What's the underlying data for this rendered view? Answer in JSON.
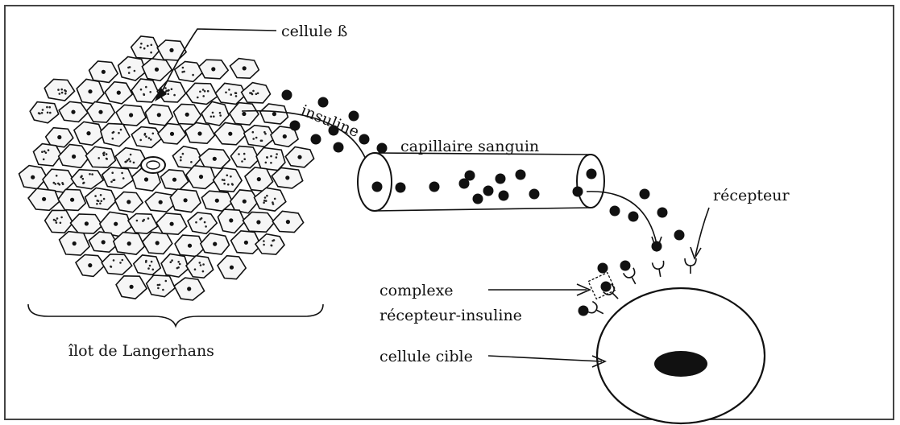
{
  "diagram": {
    "labels": {
      "beta_cell": "cellule ß",
      "insulin": "insuline",
      "capillary": "capillaire sanguin",
      "receptor": "récepteur",
      "complex_line1": "complexe",
      "complex_line2": "récepteur-insuline",
      "target_cell": "cellule cible",
      "islet": "îlot de Langerhans"
    }
  }
}
